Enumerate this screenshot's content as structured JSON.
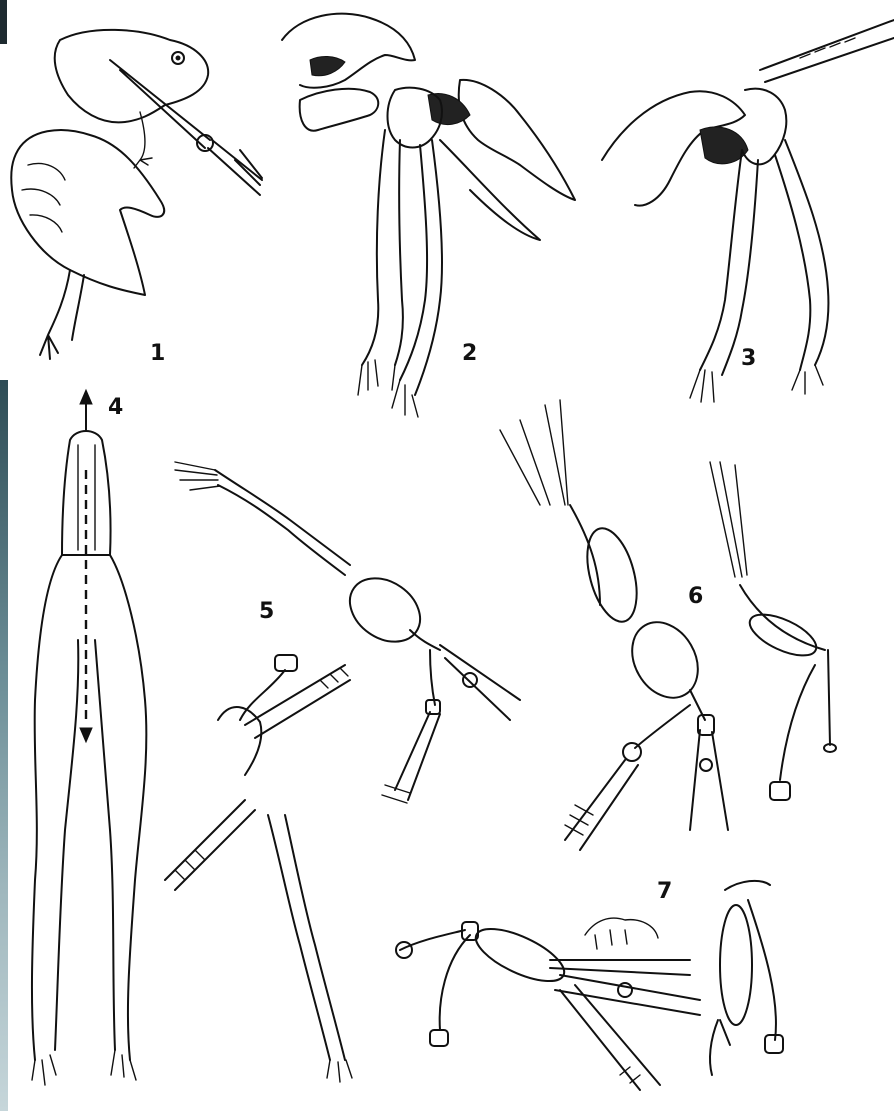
{
  "panels": [
    {
      "number": "1",
      "depicts": "frog-held-in-hand-cut-with-scissors"
    },
    {
      "number": "2",
      "depicts": "hands-pulling-skin-from-body"
    },
    {
      "number": "3",
      "depicts": "forceps-holding-skinned-legs"
    },
    {
      "number": "4",
      "depicts": "skinned-hindlimbs-with-dashed-cut-arrow"
    },
    {
      "number": "5",
      "depicts": "forceps-and-scissors-dissecting-leg"
    },
    {
      "number": "6",
      "depicts": "isolated-leg-with-muscle-and-bone"
    },
    {
      "number": "7",
      "depicts": "nerve-muscle-preparation-cut-free"
    }
  ]
}
